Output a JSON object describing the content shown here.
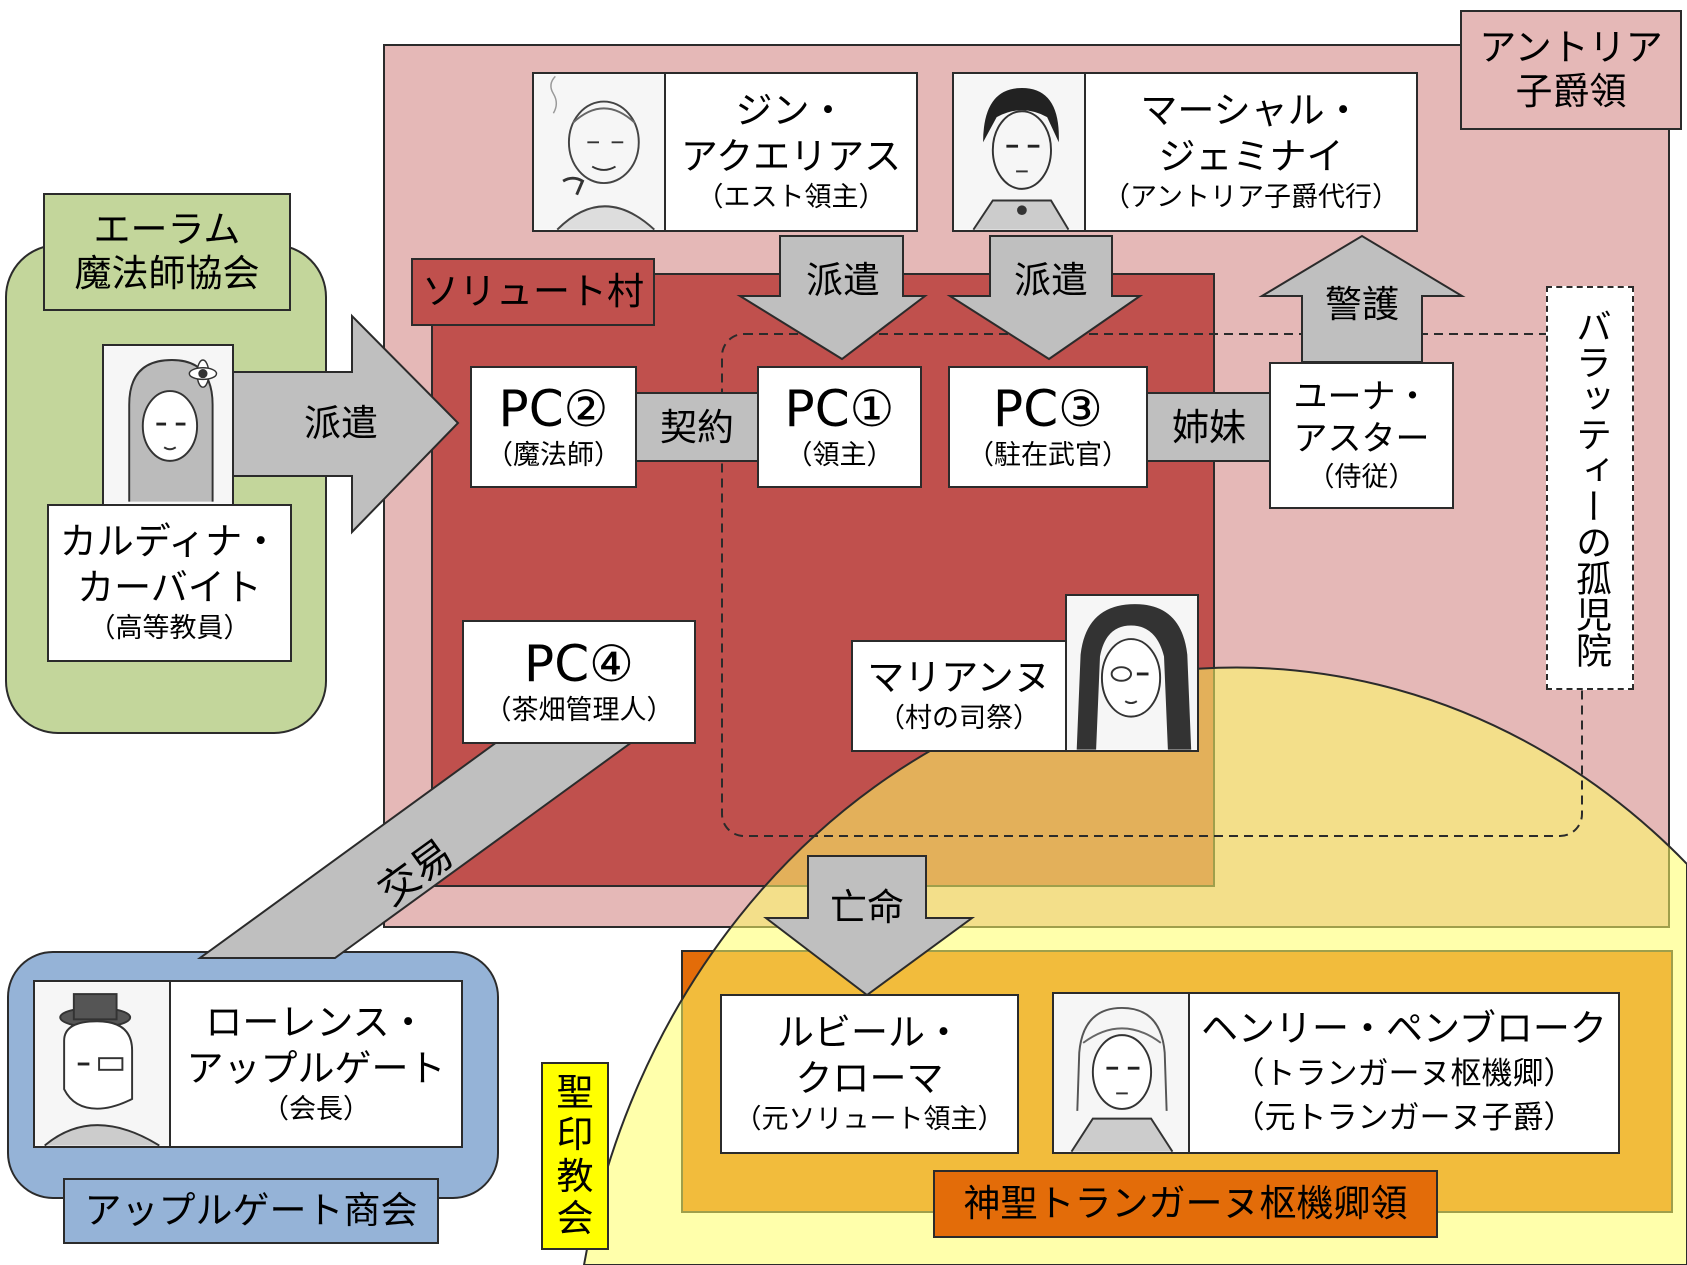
{
  "regions": {
    "antoria": "アントリア\n子爵領",
    "solute_village": "ソリュート村",
    "elam": "エーラム\n魔法師協会",
    "applegate": "アップルゲート商会",
    "holy_church": "聖\n印\n教\n会",
    "trangane": "神聖トランガーヌ枢機卿領",
    "orphanage": "バラッティーの孤児院"
  },
  "characters": {
    "jin": {
      "name": "ジン・\nアクエリアス",
      "role": "（エスト領主）"
    },
    "marshal": {
      "name": "マーシャル・\nジェミナイ",
      "role": "（アントリア子爵代行）"
    },
    "cardina": {
      "name": "カルディナ・\nカーバイト",
      "role": "（高等教員）"
    },
    "pc1": {
      "name": "PC①",
      "role": "（領主）"
    },
    "pc2": {
      "name": "PC②",
      "role": "（魔法師）"
    },
    "pc3": {
      "name": "PC③",
      "role": "（駐在武官）"
    },
    "pc4": {
      "name": "PC④",
      "role": "（茶畑管理人）"
    },
    "yuna": {
      "name": "ユーナ・\nアスター",
      "role": "（侍従）"
    },
    "marianne": {
      "name": "マリアンヌ",
      "role": "（村の司祭）"
    },
    "lawrence": {
      "name": "ローレンス・\nアップルゲート",
      "role": "（会長）"
    },
    "rubil": {
      "name": "ルビール・\nクローマ",
      "role": "（元ソリュート領主）"
    },
    "henry": {
      "name": "ヘンリー・ペンブローク",
      "role": "（トランガーヌ枢機卿）\n（元トランガーヌ子爵）"
    }
  },
  "relations": {
    "dispatch_elam": "派遣",
    "dispatch_jin": "派遣",
    "dispatch_marshal": "派遣",
    "guard": "警護",
    "contract": "契約",
    "sisters": "姉妹",
    "trade": "交易",
    "exile": "亡命"
  },
  "colors": {
    "antoria_bg": "#e5b8b7",
    "solute_bg": "#c0504d",
    "solute_tag": "#c0504d",
    "elam_bg": "#c3d69b",
    "applegate_bg": "#95b3d7",
    "holy_church_bg": "#ffff99",
    "holy_church_tag": "#ffff00",
    "trangane_bg": "#e36c09",
    "arrow_fill": "#bfbfbf"
  },
  "portraits": [
    "jin-portrait",
    "marshal-portrait",
    "cardina-portrait",
    "marianne-portrait",
    "lawrence-portrait",
    "henry-portrait"
  ]
}
